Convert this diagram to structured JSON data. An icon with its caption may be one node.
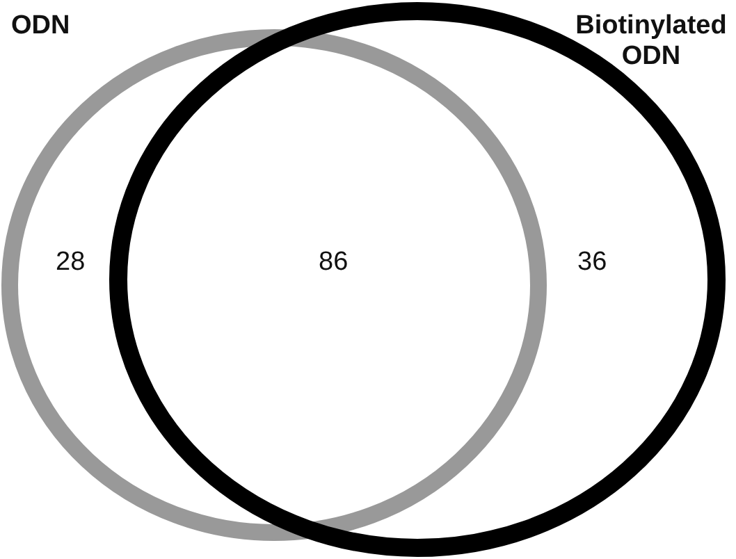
{
  "diagram": {
    "nodes": [
      {
        "text": [
          "ODN",
          "28"
        ]
      },
      {
        "text": [
          "Biotinylated ODN",
          "36"
        ]
      }
    ],
    "labels": [
      "86"
    ]
  }
}
